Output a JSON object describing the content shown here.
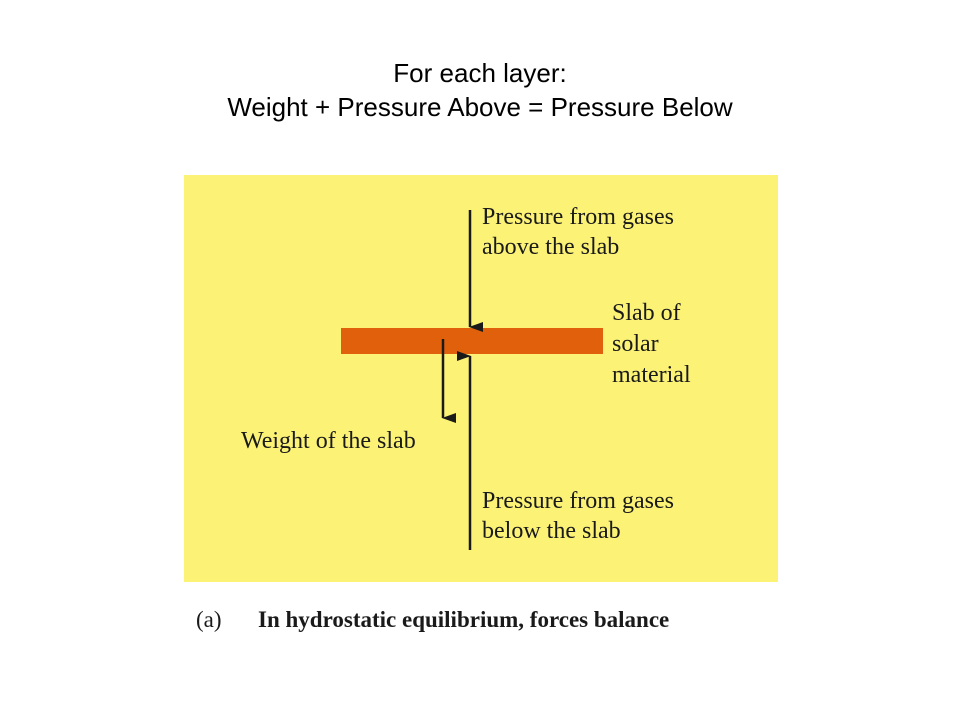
{
  "title": {
    "line1": "For each layer:",
    "line2": "Weight + Pressure Above = Pressure Below"
  },
  "diagram": {
    "labels": {
      "pressure_above": [
        "Pressure from gases",
        "above the slab"
      ],
      "slab": [
        "Slab of",
        "solar",
        "material"
      ],
      "weight": "Weight of the slab",
      "pressure_below": [
        "Pressure from gases",
        "below the slab"
      ]
    },
    "caption": {
      "label": "(a)",
      "text": "In hydrostatic equilibrium, forces balance"
    },
    "colors": {
      "background": "#fbf276",
      "slab": "#e1600c",
      "arrow": "#1a1a1a"
    }
  }
}
